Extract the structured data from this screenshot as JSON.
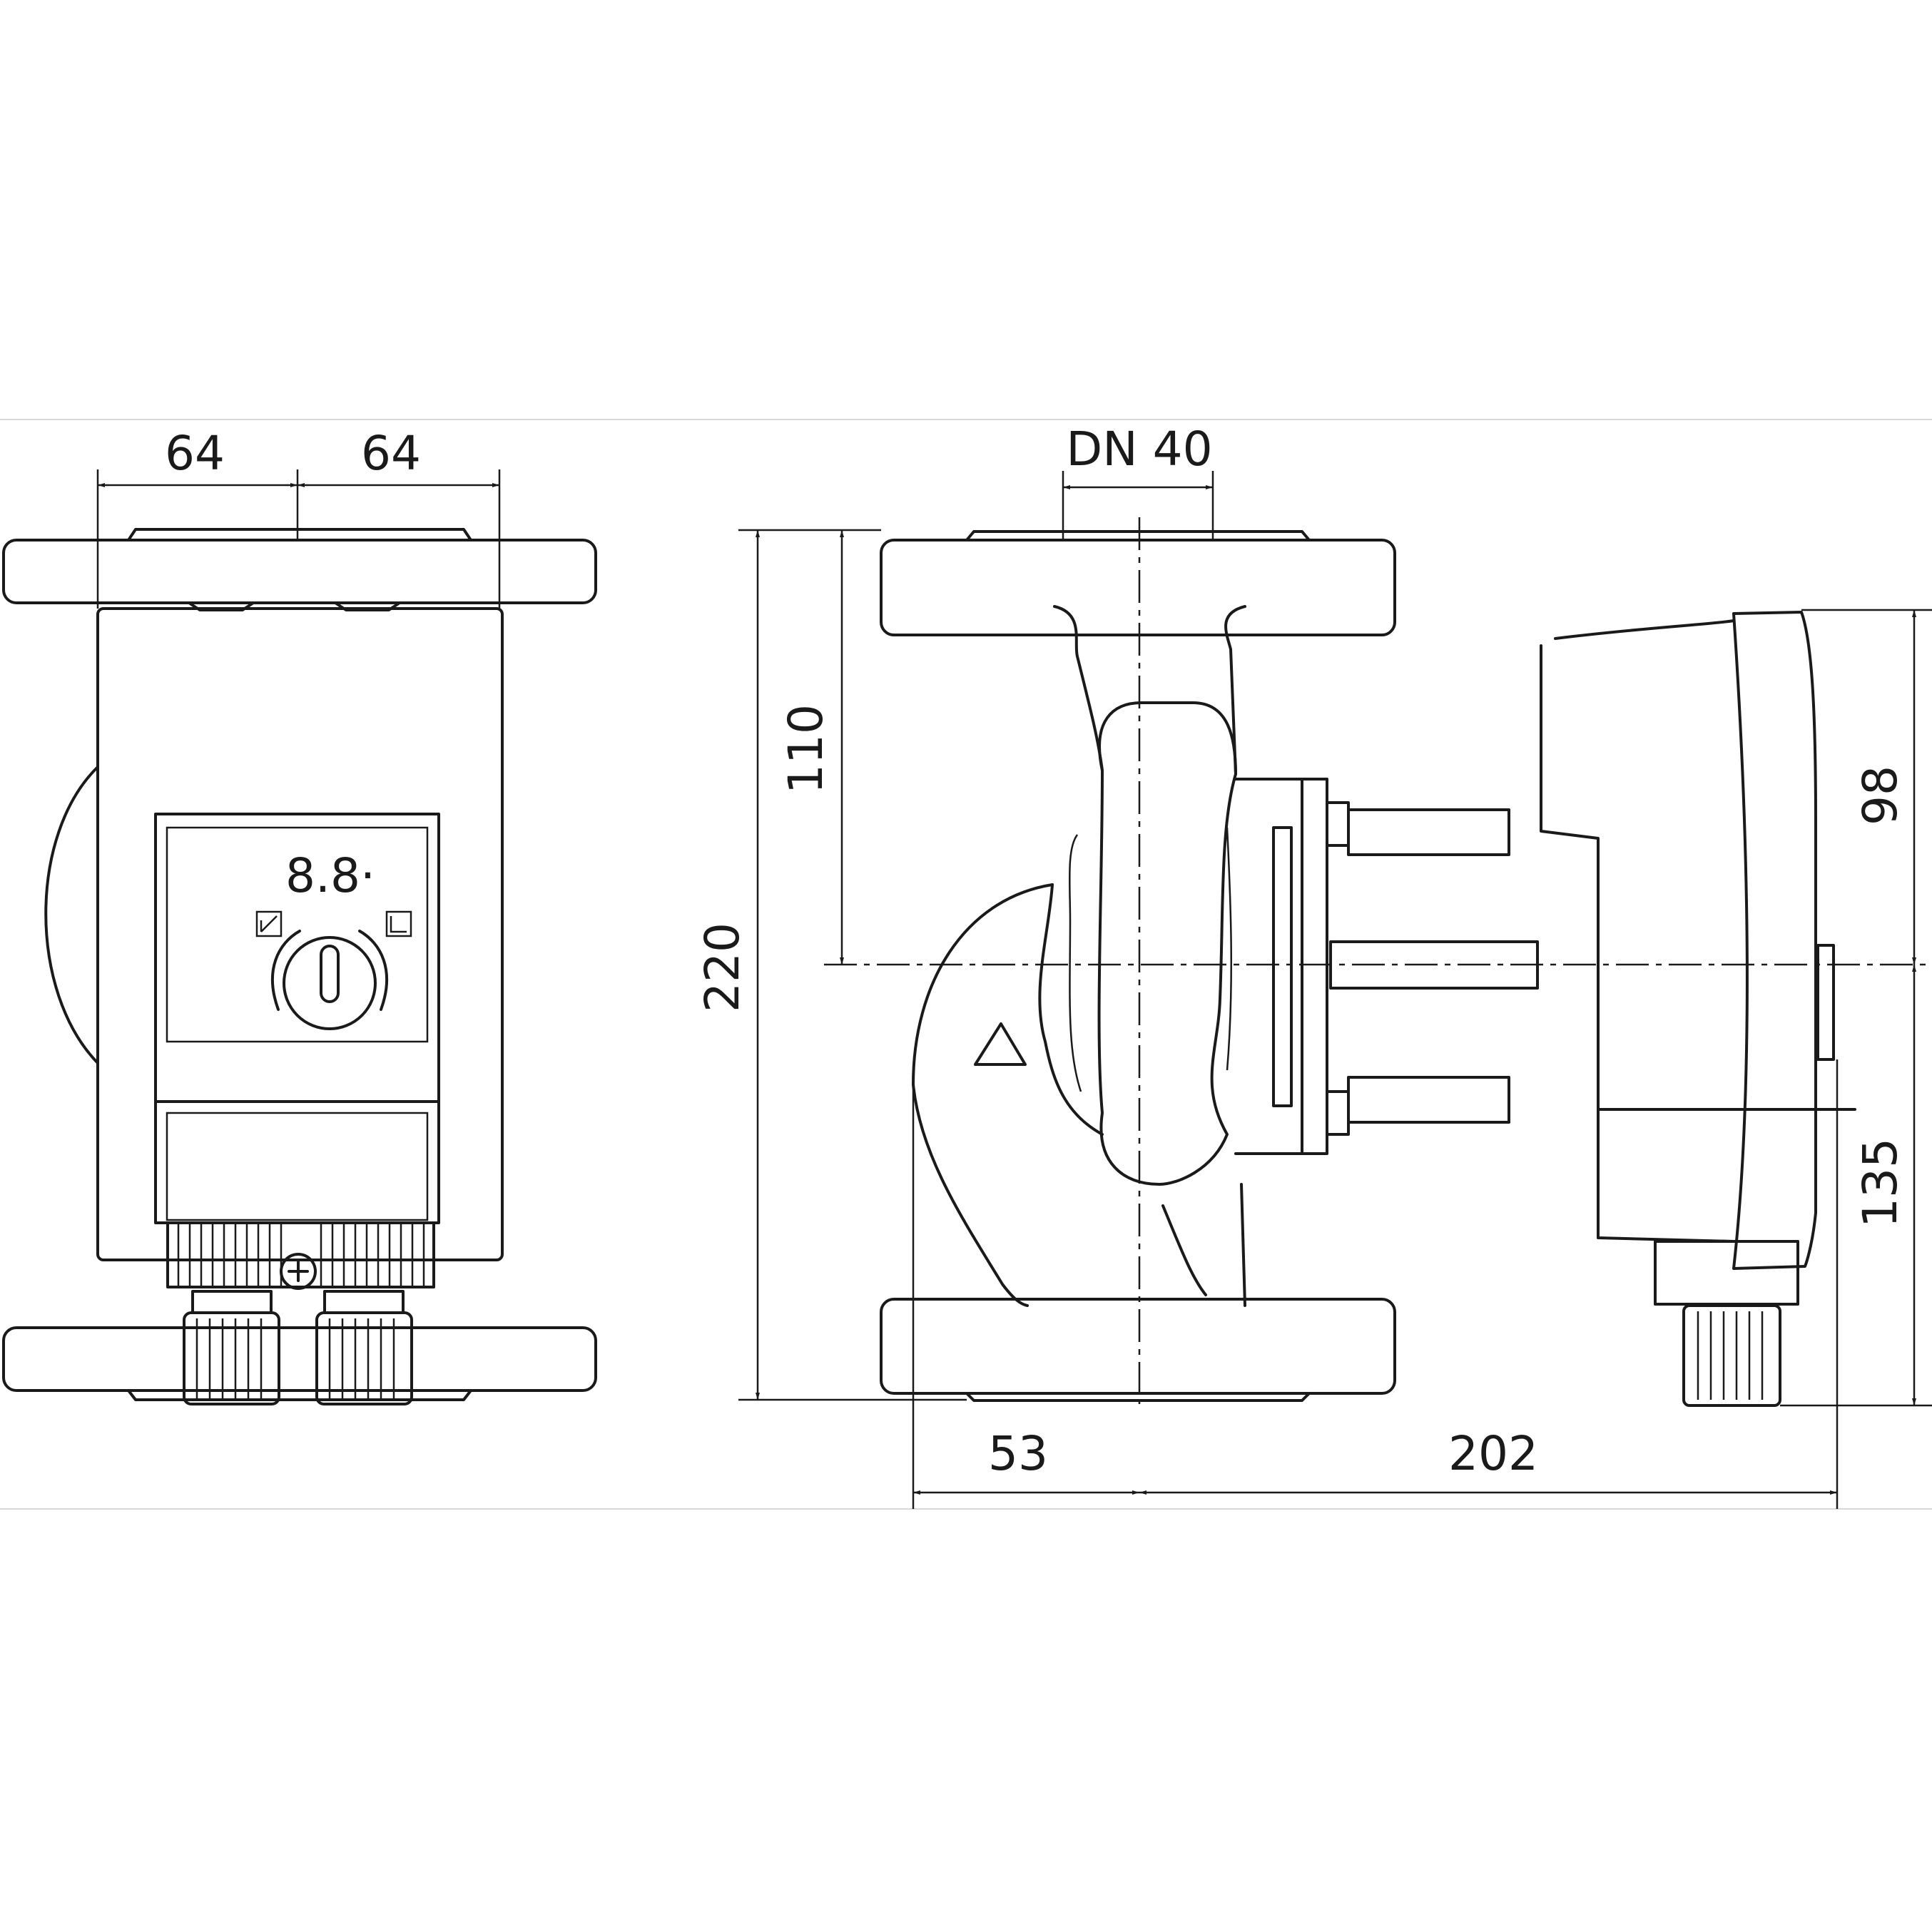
{
  "dimensions": {
    "width_left": "64",
    "width_right": "64",
    "nominal_diameter": "DN 40",
    "axis_to_flange": "110",
    "overall_height": "220",
    "motor_above_axis": "98",
    "motor_below_axis": "135",
    "flange_to_axis": "53",
    "axis_to_motor_end": "202"
  },
  "display": {
    "digits": "8.8·"
  }
}
